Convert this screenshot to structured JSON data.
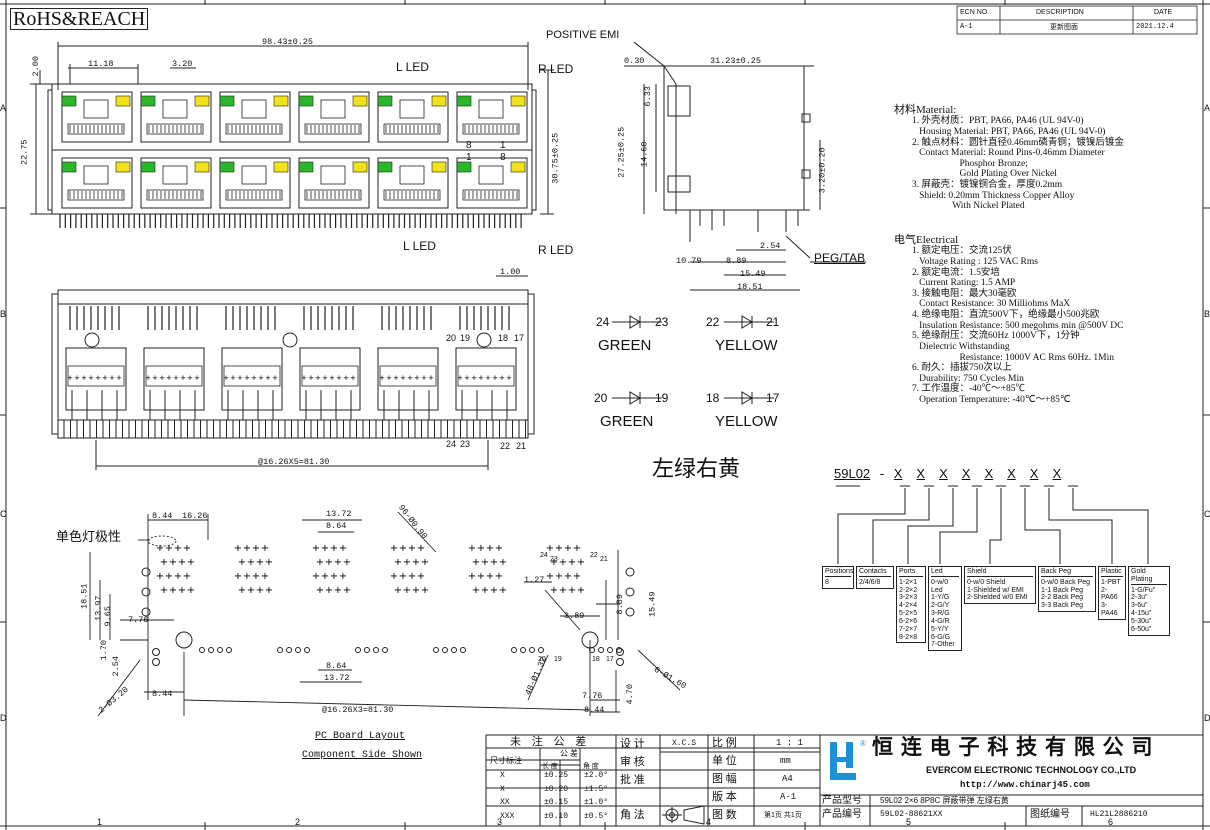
{
  "rohs": "RoHS&REACH",
  "grid": {
    "cols": [
      "1",
      "2",
      "3",
      "4",
      "5",
      "6"
    ],
    "rows": [
      "A",
      "B",
      "C",
      "D"
    ]
  },
  "revision": {
    "headers": [
      "ECN NO.",
      "DESCRIPTION",
      "DATE"
    ],
    "row": [
      "A-1",
      "更新图面",
      "2021.12.4"
    ]
  },
  "front_view": {
    "width_dim": "98.43±0.25",
    "d1": "11.18",
    "d2": "3.20",
    "d3": "2.00",
    "height_dim": "22.75",
    "h2": "30.75±0.25",
    "l_led": "L LED",
    "r_led": "R LED",
    "pin8a": "8",
    "pin1a": "1",
    "pin1b": "1",
    "pin8b": "8"
  },
  "side_view": {
    "positive_emi": "POSITIVE EMI",
    "d030": "0.30",
    "width": "31.23±0.25",
    "v633": "6.33",
    "v2725": "27.25±0.25",
    "v1460": "14.60",
    "v320": "3.20±0.20",
    "b254": "2.54",
    "b1079": "10.79",
    "b889": "8.89",
    "b1549": "15.49",
    "b1851": "18.51",
    "peg": "PEG/TAB"
  },
  "bottom_view": {
    "d100": "1.00",
    "pitch": "@16.26X5=81.30",
    "pins": [
      "20",
      "19",
      "18",
      "17",
      "24",
      "23",
      "22",
      "21"
    ]
  },
  "leds": [
    {
      "a": "24",
      "b": "23",
      "color": "GREEN"
    },
    {
      "a": "22",
      "b": "21",
      "color": "YELLOW"
    },
    {
      "a": "20",
      "b": "19",
      "color": "GREEN"
    },
    {
      "a": "18",
      "b": "17",
      "color": "YELLOW"
    }
  ],
  "left_green_right_yellow": "左绿右黄",
  "pcb": {
    "mono_pole": "单色灯极性",
    "d844": "8.44",
    "d1626": "16.26",
    "d1372": "13.72",
    "d864": "8.64",
    "d9620": "96-Ø0.90",
    "d1851": "18.51",
    "d1397": "13.97",
    "d965": "9.65",
    "d776": "7.76",
    "d127": "1.27",
    "d889": "8.89",
    "d1549": "15.49",
    "d170": "1.70",
    "d254": "2.54",
    "d2320": "2-Ø3.20",
    "d864b": "8.64",
    "d1372b": "13.72",
    "d844b": "8.44",
    "pitch": "@16.26X3=81.30",
    "d4132": "48-Ø1.32",
    "d776b": "7.76",
    "d470": "4.70",
    "d160": "6-Ø1.60",
    "d844c": "8.44",
    "d389": "3.89",
    "title1": "PC Board Layout",
    "title2": "Component Side Shown",
    "pins": [
      "24",
      "23",
      "22",
      "21",
      "20",
      "19",
      "18",
      "17"
    ]
  },
  "specs": {
    "material_title": "材料Material:",
    "material": [
      "1. 外壳材质：PBT, PA66, PA46 (UL 94V-0)",
      "   Housing Material: PBT, PA66, PA46 (UL 94V-0)",
      "2. 触点材料：圆针直径0.46mm磷青铜；镀镍后镀金",
      "   Contact Material: Round Pins-0.46mm Diameter",
      "                    Phosphor Bronze;",
      "                    Gold Plating Over Nickel",
      "3. 屏蔽壳：镀镍铜合金，厚度0.2mm",
      "   Shield: 0.20mm Thickness Copper Alloy",
      "                 With Nickel Plated"
    ],
    "electrical_title": "电气Electrical",
    "electrical": [
      "1. 额定电压：交流125伏",
      "   Voltage Rating : 125 VAC Rms",
      "2. 额定电流：1.5安培",
      "   Current Rating: 1.5 AMP",
      "3. 接触电阻：最大30毫欧",
      "   Contact Resistance: 30 Milliohms MaX",
      "4. 绝缘电阻：直流500V下，绝缘最小500兆欧",
      "   Insulation Resistance: 500 megohms min @500V DC",
      "5. 绝缘耐压：交流60Hz 1000V下，1分钟",
      "   Dielectric Withstanding",
      "                    Resistance: 1000V AC Rms 60Hz. 1Min",
      "6. 耐久：插拔750次以上",
      "   Durability: 750 Cycles Min",
      "7. 工作温度：-40℃～+85℃",
      "   Operation Temperature: -40℃～+85℃"
    ]
  },
  "part_code": {
    "prefix": "59L02",
    "dash": "-",
    "xs": [
      "X",
      "X",
      "X",
      "X",
      "X",
      "X",
      "X",
      "X"
    ],
    "boxes": [
      {
        "title": "Positions",
        "lines": [
          "8"
        ]
      },
      {
        "title": "Contacts",
        "lines": [
          "2/4/6/8"
        ]
      },
      {
        "title": "Ports",
        "lines": [
          "1-2×1",
          "2-2×2",
          "3-2×3",
          "4-2×4",
          "5-2×5",
          "6-2×6",
          "7-2×7",
          "8-2×8"
        ]
      },
      {
        "title": "Led",
        "lines": [
          "0-w/0 Led",
          "1-Y/G",
          "2-G/Y",
          "3-R/G",
          "4-G/R",
          "5-Y/Y",
          "6-G/G",
          "7-Other"
        ]
      },
      {
        "title": "Shield",
        "lines": [
          "0-w/0 Shield",
          "1-Shielded w/ EMI",
          "2-Shielded w/0 EMI"
        ]
      },
      {
        "title": "Back Peg",
        "lines": [
          "0-w/0 Back Peg",
          "1-1 Back Peg",
          "2-2 Back Peg",
          "3-3 Back Peg"
        ]
      },
      {
        "title": "Plastic",
        "lines": [
          "1-PBT",
          "2-PA66",
          "3-PA46"
        ]
      },
      {
        "title": "Gold Plating",
        "lines": [
          "1-G/Fu\"",
          "2-3u\"",
          "3-6u\"",
          "4-15u\"",
          "5-30u\"",
          "6-50u\""
        ]
      }
    ]
  },
  "title_block": {
    "tolerance_header": "未 注 公 差",
    "size_label": "尺寸标注",
    "gc": "公  差",
    "len": "长  度",
    "ang": "角  度",
    "rows": [
      [
        "X",
        "±0.25",
        "±2.0°"
      ],
      [
        "X",
        "±0.20",
        "±1.5°"
      ],
      [
        "XX",
        "±0.15",
        "±1.0°"
      ],
      [
        "XXX",
        "±0.10",
        "±0.5°"
      ]
    ],
    "design": "设  计",
    "review": "审  核",
    "approve": "批  准",
    "angle": "角  法",
    "xcs": "X.C.S",
    "scale_l": "比  例",
    "scale_v": "1 : 1",
    "unit_l": "单  位",
    "unit_v": "mm",
    "size_l": "图  幅",
    "size_v": "A4",
    "ver_l": "版  本",
    "ver_v": "A-1",
    "pages_l": "图  数",
    "pages_v": "第1页 共1页",
    "company_cn": "恒 连 电 子 科 技 有 限 公 司",
    "company_en": "EVERCOM ELECTRONIC TECHNOLOGY CO.,LTD",
    "url": "http://www.chinarj45.com",
    "model_l": "产品型号",
    "model_v": "59L02 2×6 8P8C 屏蔽带弹 左绿右黄",
    "code_l": "产品编号",
    "code_v": "59L02-88621XX",
    "dwg_l": "图纸编号",
    "dwg_v": "HL21L2886210"
  }
}
